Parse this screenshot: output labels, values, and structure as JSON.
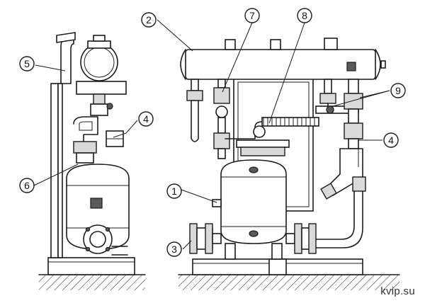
{
  "callouts": {
    "c1": "1",
    "c2": "2",
    "c3": "3",
    "c4a": "4",
    "c4b": "4",
    "c5": "5",
    "c6": "6",
    "c7": "7",
    "c8": "8",
    "c9": "9"
  },
  "watermark": "kvip.su"
}
